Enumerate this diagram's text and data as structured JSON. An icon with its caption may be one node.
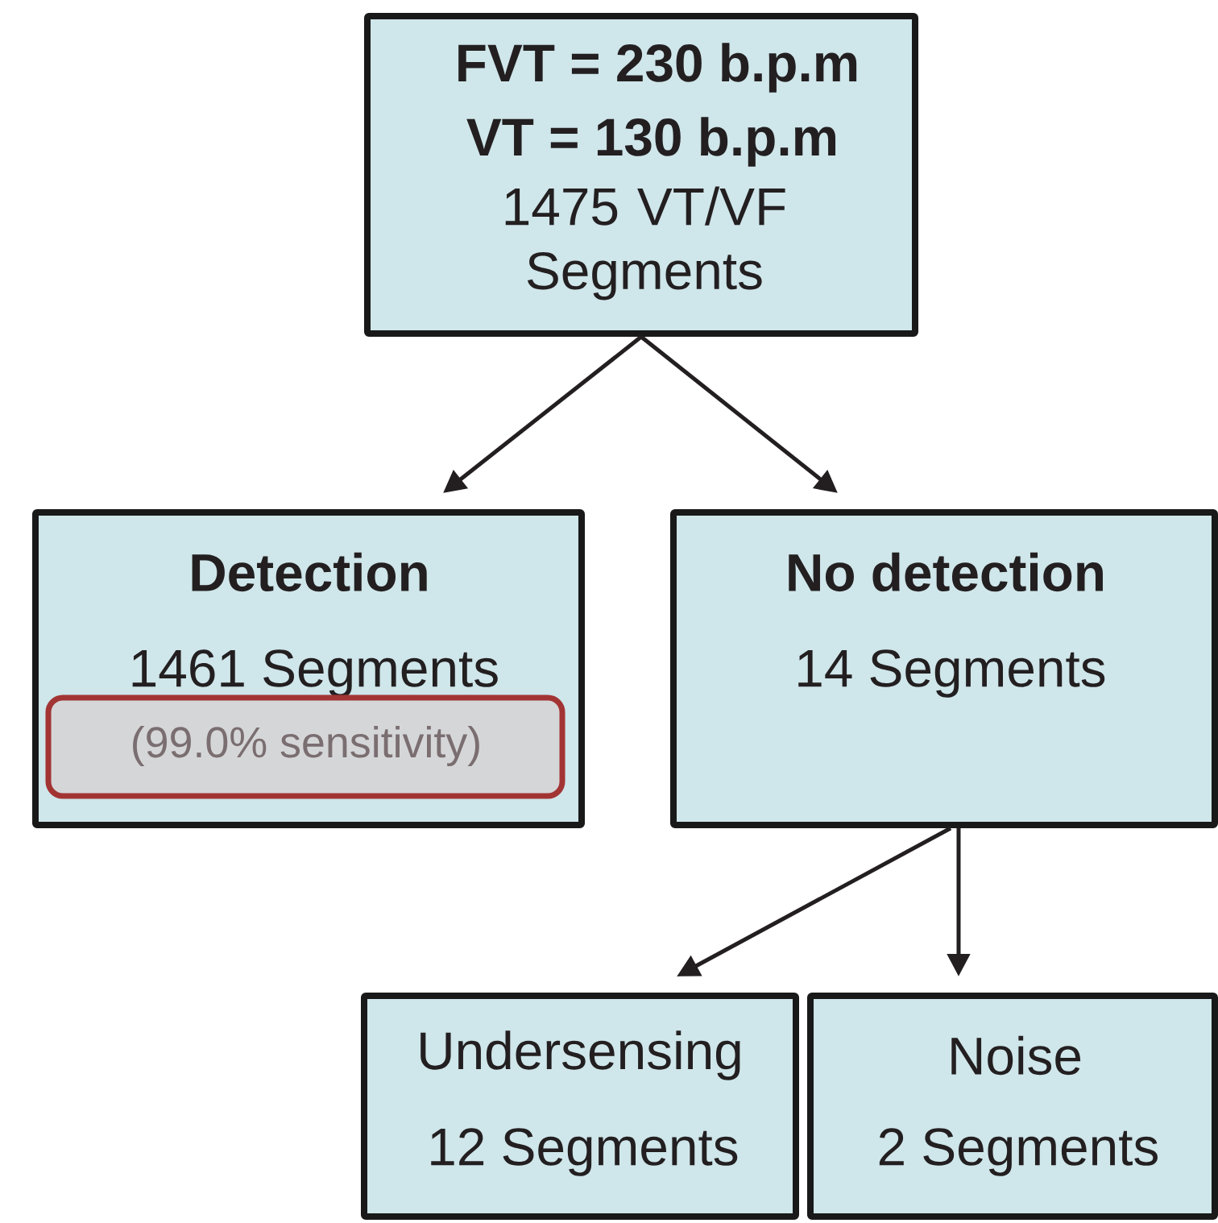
{
  "diagram": {
    "nodes": [
      {
        "text": [
          "FVT = 230 b.p.m",
          "VT = 130 b.p.m",
          "1475 VT/VF Segments"
        ]
      },
      {
        "text": [
          "Detection",
          "1461 Segments"
        ]
      },
      {
        "text": [
          "(99.0% sensitivity)"
        ],
        "in": 1
      },
      {
        "text": [
          "No detection",
          "14 Segments"
        ]
      },
      {
        "text": [
          "Undersensing",
          "12 Segments"
        ]
      },
      {
        "text": [
          "Noise",
          "2 Segments"
        ]
      }
    ],
    "edges": [
      {
        "from": 0,
        "to": 1,
        "arrow": "to"
      },
      {
        "from": 0,
        "to": 3,
        "arrow": "to"
      },
      {
        "from": 3,
        "to": 4,
        "arrow": "to"
      },
      {
        "from": 3,
        "to": 5,
        "arrow": "to"
      }
    ]
  }
}
